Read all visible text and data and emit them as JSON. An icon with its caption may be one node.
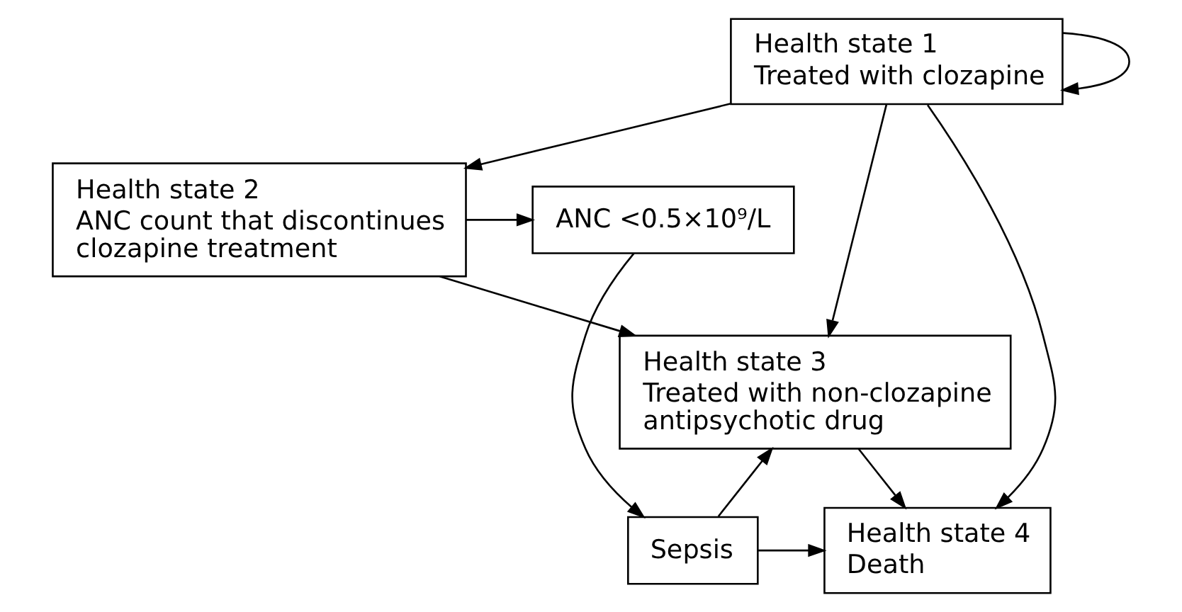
{
  "diagram": {
    "nodes": [
      {
        "text": [
          "Health state 1",
          "Treated with clozapine"
        ]
      },
      {
        "text": [
          "Health state 2",
          "ANC count that discontinues clozapine treatment"
        ]
      },
      {
        "text": [
          "ANC <0.5×10⁹/L"
        ]
      },
      {
        "text": [
          "Sepsis"
        ]
      },
      {
        "text": [
          "Health state 4",
          "Death"
        ]
      },
      {
        "text": [
          "Health state 3",
          "Treated with non-clozapine antipsychotic drug"
        ]
      }
    ],
    "edges": [
      {
        "from": 0,
        "to": 0,
        "arrow": "to"
      },
      {
        "from": 0,
        "to": 4,
        "arrow": "to"
      },
      {
        "from": 0,
        "to": 1,
        "arrow": "to"
      },
      {
        "from": 0,
        "to": 5,
        "arrow": "to"
      },
      {
        "from": 1,
        "to": 2,
        "arrow": "to"
      },
      {
        "from": 1,
        "to": 5,
        "arrow": "to"
      },
      {
        "from": 2,
        "to": 3,
        "arrow": "to"
      },
      {
        "from": 3,
        "to": 4,
        "arrow": "to"
      },
      {
        "from": 3,
        "to": 5,
        "arrow": "to"
      },
      {
        "from": 5,
        "to": 4,
        "arrow": "to"
      }
    ]
  }
}
